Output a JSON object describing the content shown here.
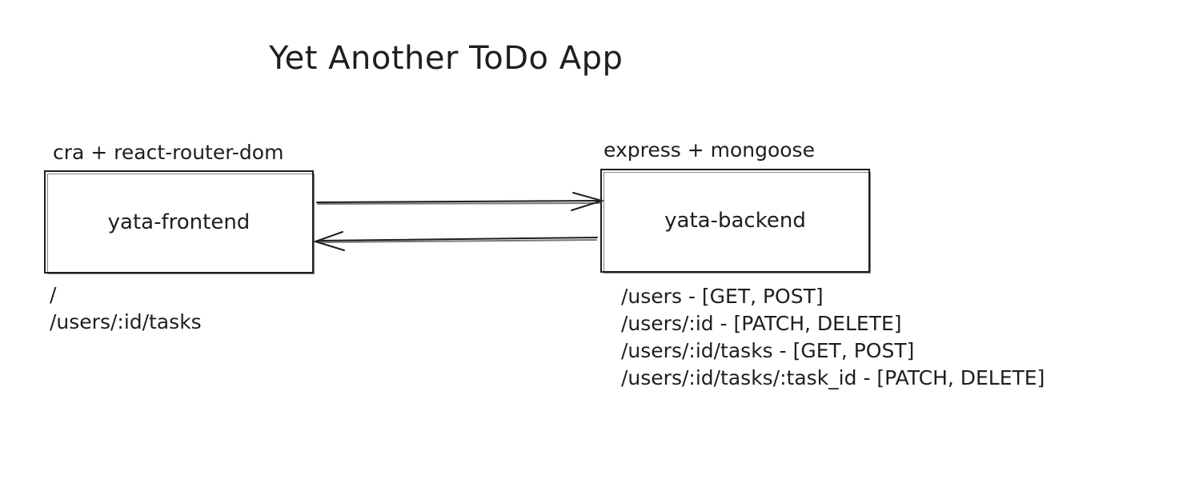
{
  "diagram": {
    "title": "Yet Another ToDo App",
    "frontend": {
      "caption": "cra + react-router-dom",
      "label": "yata-frontend",
      "routes": [
        "/",
        "/users/:id/tasks"
      ]
    },
    "backend": {
      "caption": "express + mongoose",
      "label": "yata-backend",
      "routes": [
        "/users - [GET, POST]",
        "/users/:id - [PATCH, DELETE]",
        "/users/:id/tasks - [GET, POST]",
        "/users/:id/tasks/:task_id - [PATCH, DELETE]"
      ]
    },
    "connections": [
      {
        "from": "yata-frontend",
        "to": "yata-backend"
      },
      {
        "from": "yata-backend",
        "to": "yata-frontend"
      }
    ],
    "stroke_color": "#1e1e1e"
  }
}
